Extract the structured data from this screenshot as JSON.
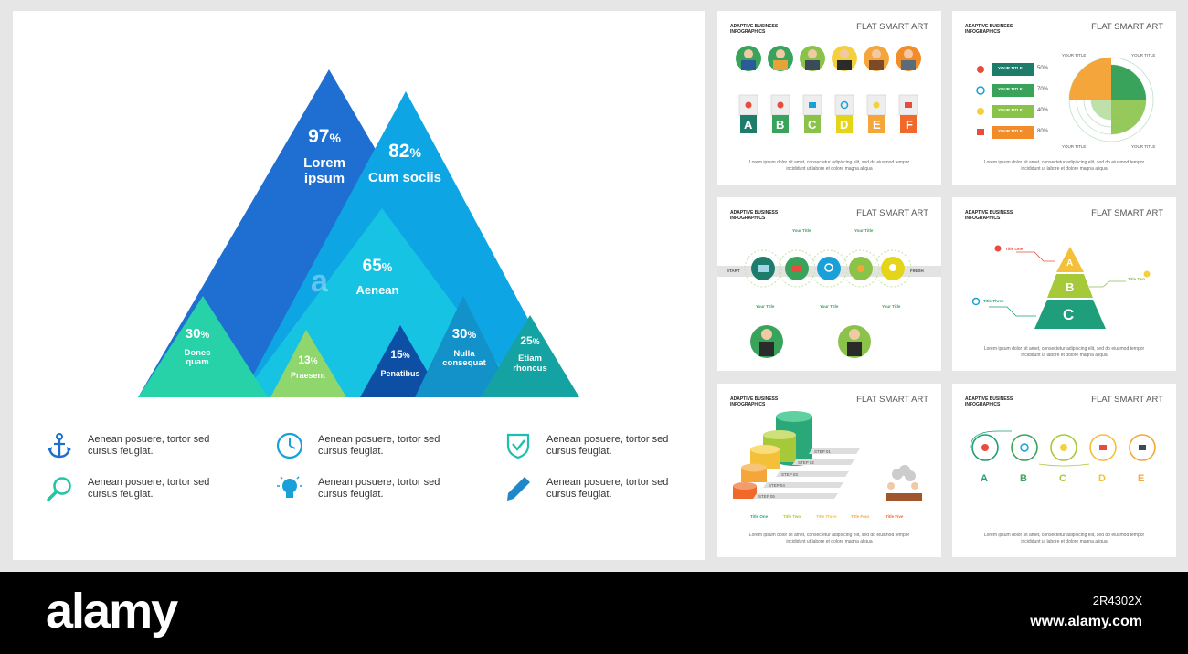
{
  "main": {
    "peaks": [
      {
        "pct": "97",
        "label1": "Lorem",
        "label2": "ipsum"
      },
      {
        "pct": "82",
        "label1": "Cum sociis",
        "label2": ""
      },
      {
        "pct": "65",
        "label1": "Aenean",
        "label2": ""
      },
      {
        "pct": "30",
        "label1": "Donec",
        "label2": "quam"
      },
      {
        "pct": "13",
        "label1": "Praesent",
        "label2": ""
      },
      {
        "pct": "15",
        "label1": "Penatibus",
        "label2": ""
      },
      {
        "pct": "30",
        "label1": "Nulla",
        "label2": "consequat"
      },
      {
        "pct": "25",
        "label1": "Etiam",
        "label2": "rhoncus"
      }
    ],
    "percent_sign": "%",
    "watermark_letter": "a",
    "features": [
      {
        "icon": "anchor-icon",
        "line1": "Aenean posuere, tortor sed",
        "line2": "cursus feugiat."
      },
      {
        "icon": "clock-icon",
        "line1": "Aenean posuere, tortor sed",
        "line2": "cursus feugiat."
      },
      {
        "icon": "shield-icon",
        "line1": "Aenean posuere, tortor sed",
        "line2": "cursus feugiat."
      },
      {
        "icon": "magnifier-icon",
        "line1": "Aenean posuere, tortor sed",
        "line2": "cursus feugiat."
      },
      {
        "icon": "lightbulb-icon",
        "line1": "Aenean posuere, tortor sed",
        "line2": "cursus feugiat."
      },
      {
        "icon": "pencil-icon",
        "line1": "Aenean posuere, tortor sed",
        "line2": "cursus feugiat."
      }
    ],
    "colors": {
      "blue_dark": "#1565c0",
      "blue": "#1e88e5",
      "sky": "#039be5",
      "cyan": "#00bcd4",
      "green": "#26c6a0",
      "lime": "#8bc34a",
      "navy": "#0d47a1",
      "teal": "#00897b"
    }
  },
  "thumbs": {
    "brand_line1": "ADAPTIVE BUSINESS",
    "brand_line2": "INFOGRAPHICS",
    "title": "FLAT SMART ART",
    "footer_line1": "Lorem ipsum dolor sit amet, consectetur adipiscing elit, sed do eiusmod tempor",
    "footer_line2": "incididunt ut labore et dolore magna aliqua",
    "t1_letters": [
      "A",
      "B",
      "C",
      "D",
      "E",
      "F"
    ],
    "t2_items": [
      {
        "title": "YOUR TITLE",
        "pct": "50%"
      },
      {
        "title": "YOUR TITLE",
        "pct": "70%"
      },
      {
        "title": "YOUR TITLE",
        "pct": "40%"
      },
      {
        "title": "YOUR TITLE",
        "pct": "80%"
      }
    ],
    "t2_corner": "YOUR TITLE",
    "t3_start": "START",
    "t3_finish": "FINISH",
    "t3_your_title": "Your Title",
    "t4_levels": [
      "A",
      "B",
      "C"
    ],
    "t4_labels": [
      "Title One",
      "Title Two",
      "Title Three"
    ],
    "t5_steps": [
      "STEP 01",
      "STEP 02",
      "STEP 03",
      "STEP 04",
      "STEP 05"
    ],
    "t5_titles": [
      "Title One",
      "Title Two",
      "Title Three",
      "Title Four",
      "Title Five"
    ],
    "t6_letters": [
      "A",
      "B",
      "C",
      "D",
      "E"
    ]
  },
  "footer": {
    "logo": "alamy",
    "image_id": "2R4302X",
    "url": "www.alamy.com"
  }
}
